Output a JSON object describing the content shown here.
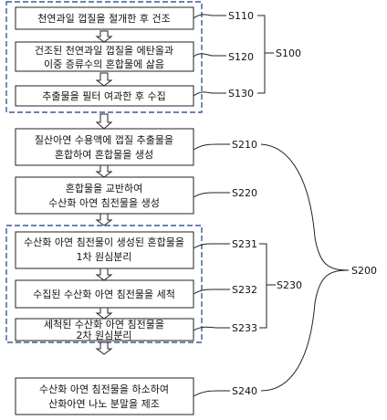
{
  "steps": {
    "s110": {
      "line1": "천연과일 껍질을 절개한 후 건조",
      "line2": "",
      "ref": "S110"
    },
    "s120": {
      "line1": "건조된 천연과일 껍질을 에탄올과",
      "line2": "이중 증류수의 혼합물에 삶음",
      "ref": "S120"
    },
    "s130": {
      "line1": "추출물을 필터 여과한 후 수집",
      "line2": "",
      "ref": "S130"
    },
    "s210": {
      "line1": "질산아연 수용액에 껍질 추출물을",
      "line2": "혼합하여 혼합물을 생성",
      "ref": "S210"
    },
    "s220": {
      "line1": "혼합물을 교반하여",
      "line2": "수산화 아연 침전물을 생성",
      "ref": "S220"
    },
    "s231": {
      "line1": "수산화 아연 침전물이 생성된 혼합물을",
      "line2": "1차 원심분리",
      "ref": "S231"
    },
    "s232": {
      "line1": "수집된 수산화 아연 침전물을 세척",
      "line2": "",
      "ref": "S232"
    },
    "s233": {
      "line1": "세척된 수산화 아연 침전물을",
      "line2": "2차 원심분리",
      "ref": "S233"
    },
    "s240": {
      "line1": "수산화 아연 침전물을 하소하여",
      "line2": "산화아연 나노 분말을 제조",
      "ref": "S240"
    }
  },
  "groups": {
    "g100": {
      "ref": "S100"
    },
    "g230": {
      "ref": "S230"
    },
    "g200": {
      "ref": "S200"
    }
  }
}
